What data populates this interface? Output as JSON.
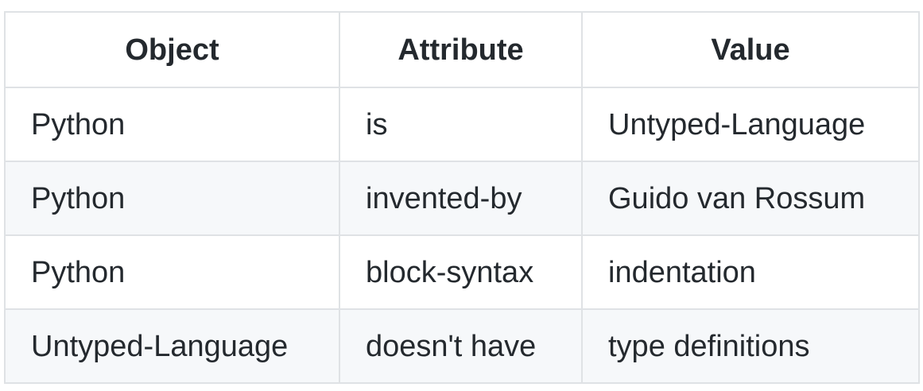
{
  "table": {
    "headers": [
      "Object",
      "Attribute",
      "Value"
    ],
    "rows": [
      [
        "Python",
        "is",
        "Untyped-Language"
      ],
      [
        "Python",
        "invented-by",
        "Guido van Rossum"
      ],
      [
        "Python",
        "block-syntax",
        "indentation"
      ],
      [
        "Untyped-Language",
        "doesn't have",
        "type definitions"
      ]
    ]
  },
  "colors": {
    "border": "#dfe2e5",
    "stripe": "#f6f8fa",
    "text": "#24292e"
  }
}
